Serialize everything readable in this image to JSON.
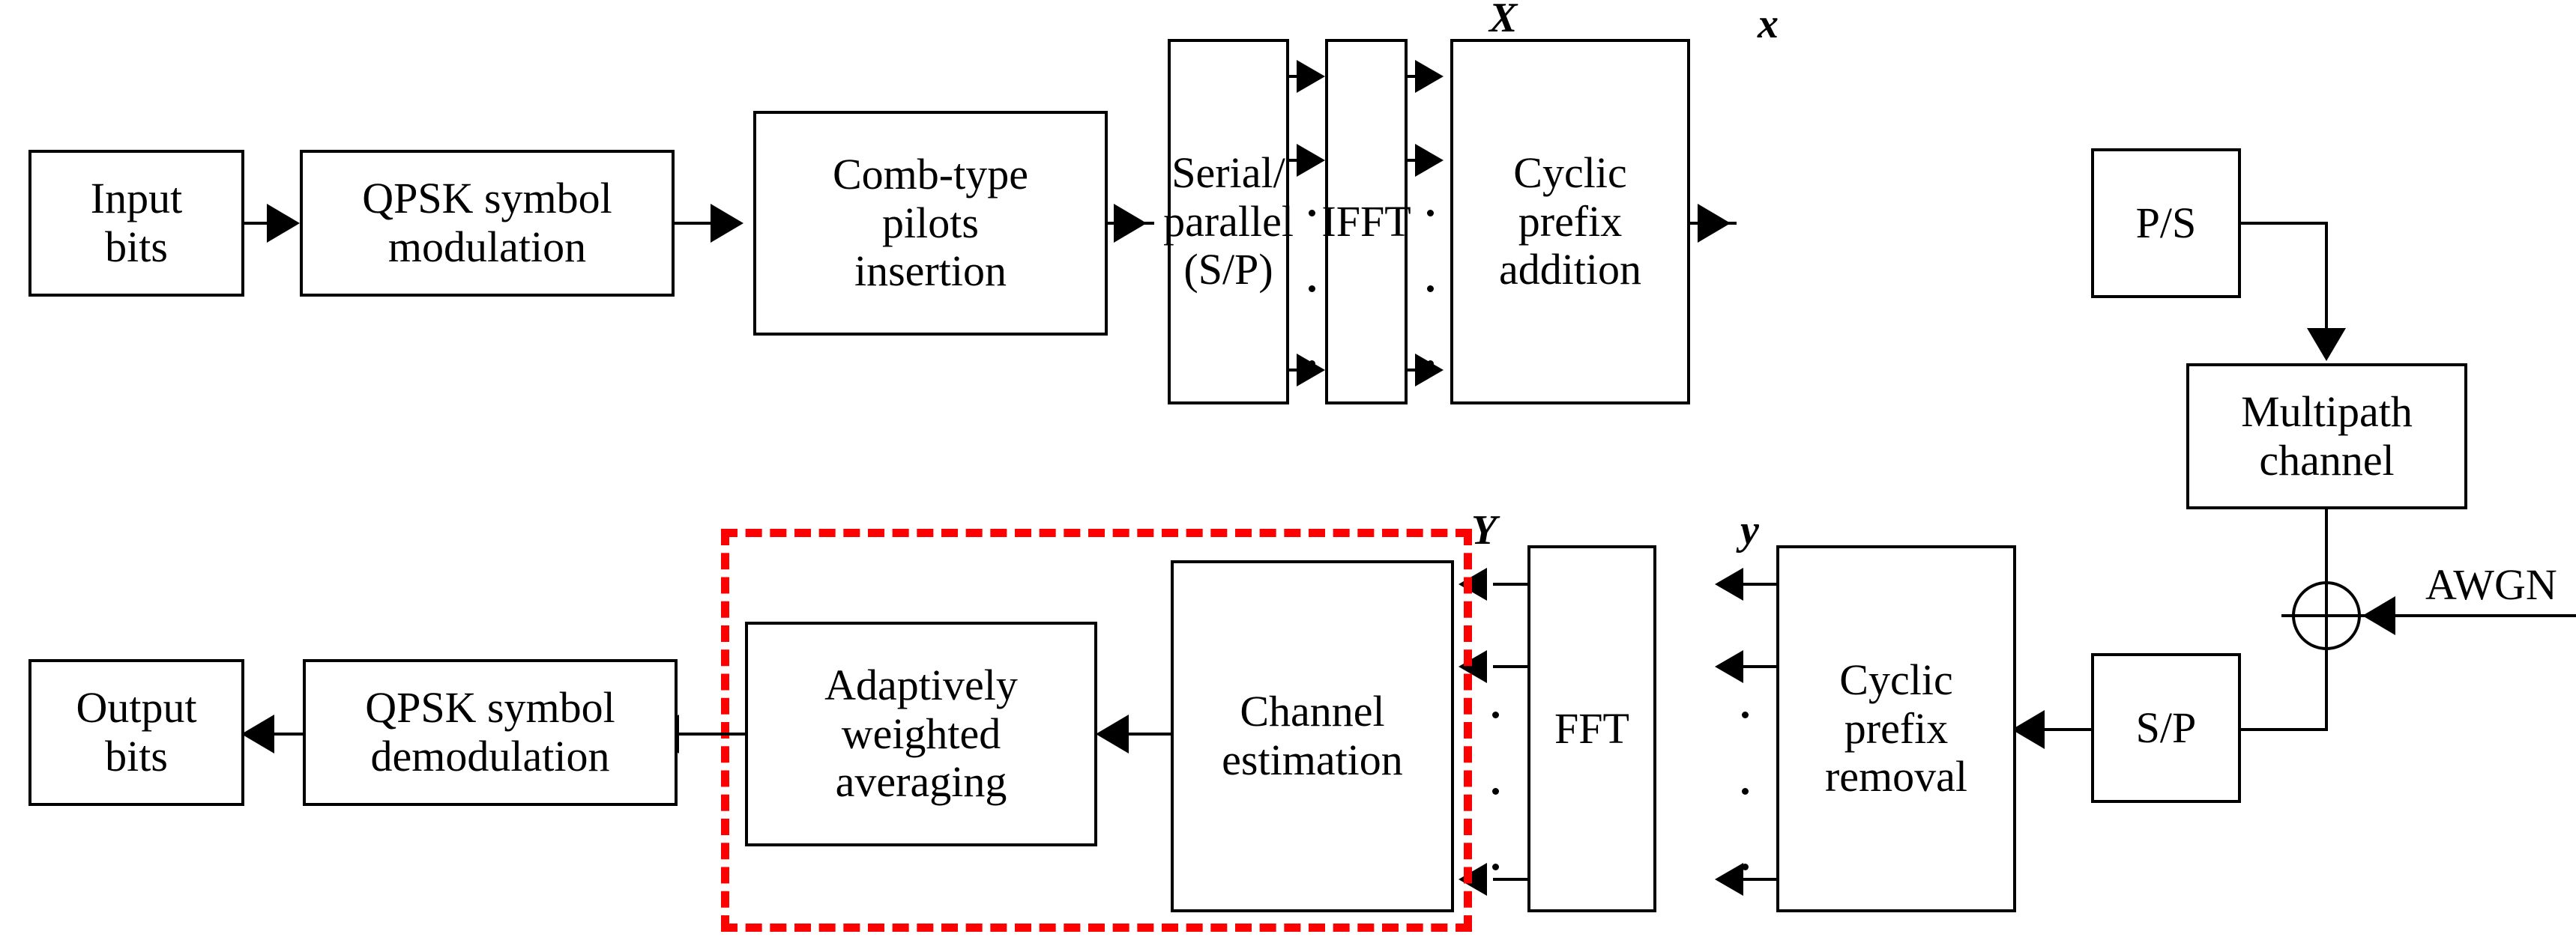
{
  "diagram": {
    "title": "OFDM transceiver block diagram with comb-type pilot channel estimation",
    "accent_color": "#FF0000",
    "line_color": "#000000",
    "background_color": "#FFFFFF"
  },
  "transmitter": {
    "input_bits": "Input\nbits",
    "qpsk_modulation": "QPSK symbol\nmodulation",
    "pilot_insertion": "Comb-type\npilots\ninsertion",
    "serial_parallel": "Serial/\nparallel\n(S/P)",
    "ifft": "IFFT",
    "cyclic_prefix_addition": "Cyclic\nprefix\naddition",
    "parallel_serial": "P/S"
  },
  "channel": {
    "multipath": "Multipath\nchannel",
    "noise_label": "AWGN",
    "summing_node": "adder"
  },
  "receiver": {
    "serial_parallel": "S/P",
    "cyclic_prefix_removal": "Cyclic\nprefix\nremoval",
    "fft": "FFT",
    "channel_estimation": "Channel\nestimation",
    "adaptively_weighted_averaging": "Adaptively\nweighted\naveraging",
    "qpsk_demodulation": "QPSK symbol\ndemodulation",
    "output_bits": "Output\nbits"
  },
  "signal_labels": {
    "freq_tx": "X",
    "time_tx": "x",
    "freq_rx": "Y",
    "time_rx": "y"
  },
  "lines": {
    "input_bits": [
      "Input",
      "bits"
    ],
    "qpsk_modulation": [
      "QPSK symbol",
      "modulation"
    ],
    "pilot_insertion": [
      "Comb-type",
      "pilots",
      "insertion"
    ],
    "serial_parallel_tx": [
      "Serial/",
      "parallel",
      "(S/P)"
    ],
    "ifft": [
      "IFFT"
    ],
    "cyclic_prefix_addition": [
      "Cyclic",
      "prefix",
      "addition"
    ],
    "parallel_serial": [
      "P/S"
    ],
    "multipath": [
      "Multipath",
      "channel"
    ],
    "awgn": [
      "AWGN"
    ],
    "serial_parallel_rx": [
      "S/P"
    ],
    "cyclic_prefix_removal": [
      "Cyclic",
      "prefix",
      "removal"
    ],
    "fft": [
      "FFT"
    ],
    "channel_estimation": [
      "Channel",
      "estimation"
    ],
    "adaptive_averaging": [
      "Adaptively",
      "weighted",
      "averaging"
    ],
    "qpsk_demodulation": [
      "QPSK symbol",
      "demodulation"
    ],
    "output_bits": [
      "Output",
      "bits"
    ]
  }
}
